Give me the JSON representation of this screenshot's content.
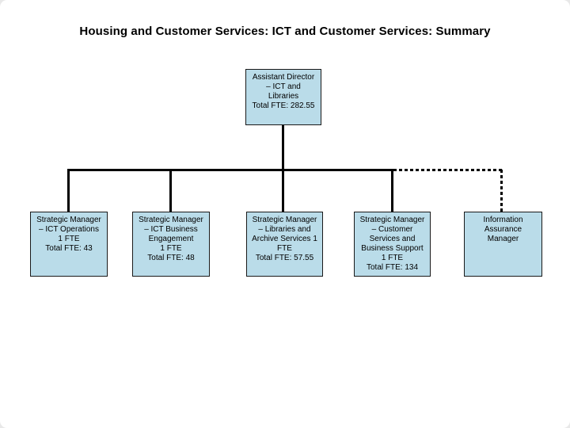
{
  "title": "Housing and Customer Services: ICT and Customer Services: Summary",
  "colors": {
    "box_fill": "#badce9",
    "box_border": "#1a1a1a",
    "line": "#000000",
    "background": "#ffffff",
    "text": "#000000"
  },
  "org": {
    "root": {
      "role": "Assistant Director – ICT and Libraries",
      "total_fte": "282.55",
      "text": "Assistant Director\n– ICT and\nLibraries\nTotal FTE:  282.55"
    },
    "children": [
      {
        "role": "Strategic Manager – ICT Operations",
        "fte": "1",
        "total_fte": "43",
        "connector": "solid",
        "text": "Strategic Manager\n– ICT Operations\n1 FTE\nTotal FTE: 43"
      },
      {
        "role": "Strategic Manager – ICT Business Engagement",
        "fte": "1",
        "total_fte": "48",
        "connector": "solid",
        "text": "Strategic Manager\n– ICT Business\nEngagement\n1 FTE\nTotal FTE: 48"
      },
      {
        "role": "Strategic Manager – Libraries and Archive Services",
        "fte": "1",
        "total_fte": "57.55",
        "connector": "solid",
        "text": "Strategic Manager\n– Libraries and\nArchive Services 1\nFTE\nTotal FTE: 57.55"
      },
      {
        "role": "Strategic Manager – Customer Services and Business Support",
        "fte": "1",
        "total_fte": "134",
        "connector": "solid",
        "text": "Strategic Manager\n– Customer\nServices and\nBusiness Support\n1 FTE\nTotal FTE: 134"
      },
      {
        "role": "Information Assurance Manager",
        "connector": "dashed",
        "text": "Information\nAssurance\nManager"
      }
    ]
  }
}
